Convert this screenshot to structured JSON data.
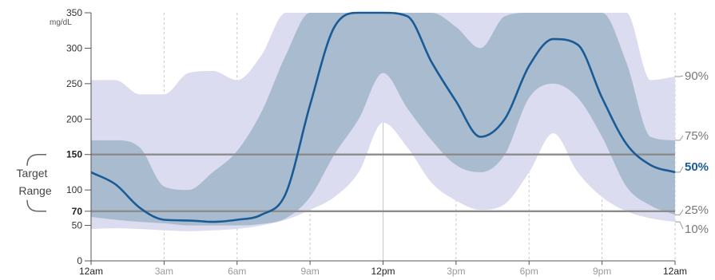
{
  "chart_data": {
    "type": "area",
    "y_unit": "mg/dL",
    "ylim": [
      0,
      350
    ],
    "yticks": [
      {
        "value": 0,
        "label": "0"
      },
      {
        "value": 50,
        "label": "50"
      },
      {
        "value": 70,
        "label": "70",
        "bold": true
      },
      {
        "value": 100,
        "label": "100"
      },
      {
        "value": 150,
        "label": "150",
        "bold": true
      },
      {
        "value": 200,
        "label": "200"
      },
      {
        "value": 250,
        "label": "250"
      },
      {
        "value": 300,
        "label": "300"
      },
      {
        "value": 350,
        "label": "350"
      }
    ],
    "xlim": [
      0,
      24
    ],
    "xticks": [
      {
        "value": 0,
        "label": "12am",
        "bold": true
      },
      {
        "value": 3,
        "label": "3am"
      },
      {
        "value": 6,
        "label": "6am"
      },
      {
        "value": 9,
        "label": "9am"
      },
      {
        "value": 12,
        "label": "12pm",
        "bold": true
      },
      {
        "value": 15,
        "label": "3pm"
      },
      {
        "value": 18,
        "label": "6pm"
      },
      {
        "value": 21,
        "label": "9pm"
      },
      {
        "value": 24,
        "label": "12am",
        "bold": true
      }
    ],
    "target_range": {
      "low": 70,
      "high": 150,
      "label_line1": "Target",
      "label_line2": "Range"
    },
    "hours": [
      0,
      1,
      2,
      3,
      4,
      5,
      6,
      7,
      8,
      9,
      10,
      11,
      12,
      13,
      14,
      15,
      16,
      17,
      18,
      19,
      20,
      21,
      22,
      23,
      24
    ],
    "p10": [
      45,
      46,
      45,
      43,
      42,
      43,
      45,
      50,
      58,
      72,
      90,
      125,
      195,
      160,
      110,
      85,
      72,
      80,
      125,
      180,
      125,
      90,
      70,
      60,
      55
    ],
    "p25": [
      62,
      58,
      55,
      53,
      50,
      50,
      50,
      52,
      60,
      90,
      150,
      200,
      265,
      215,
      170,
      135,
      125,
      150,
      230,
      250,
      230,
      175,
      105,
      78,
      65
    ],
    "p50": [
      125,
      108,
      75,
      58,
      57,
      55,
      58,
      65,
      95,
      220,
      330,
      350,
      350,
      345,
      280,
      225,
      175,
      200,
      275,
      313,
      305,
      230,
      165,
      135,
      125
    ],
    "p75": [
      170,
      170,
      160,
      105,
      100,
      125,
      155,
      210,
      290,
      350,
      350,
      350,
      350,
      350,
      350,
      330,
      300,
      345,
      350,
      350,
      350,
      350,
      280,
      175,
      170
    ],
    "p90": [
      255,
      255,
      235,
      235,
      265,
      268,
      255,
      290,
      350,
      350,
      350,
      350,
      350,
      350,
      350,
      350,
      350,
      350,
      350,
      350,
      350,
      350,
      350,
      255,
      260
    ],
    "percentile_labels": [
      {
        "key": "p90",
        "label": "90%"
      },
      {
        "key": "p75",
        "label": "75%"
      },
      {
        "key": "p50",
        "label": "50%"
      },
      {
        "key": "p25",
        "label": "25%"
      },
      {
        "key": "p10",
        "label": "10%"
      }
    ],
    "colors": {
      "outer_band": "#dcdcf0",
      "inner_band": "#a9bccf",
      "median": "#1a5b96",
      "target_line": "#8c8c8c",
      "grid": "#c8c8c8"
    }
  }
}
